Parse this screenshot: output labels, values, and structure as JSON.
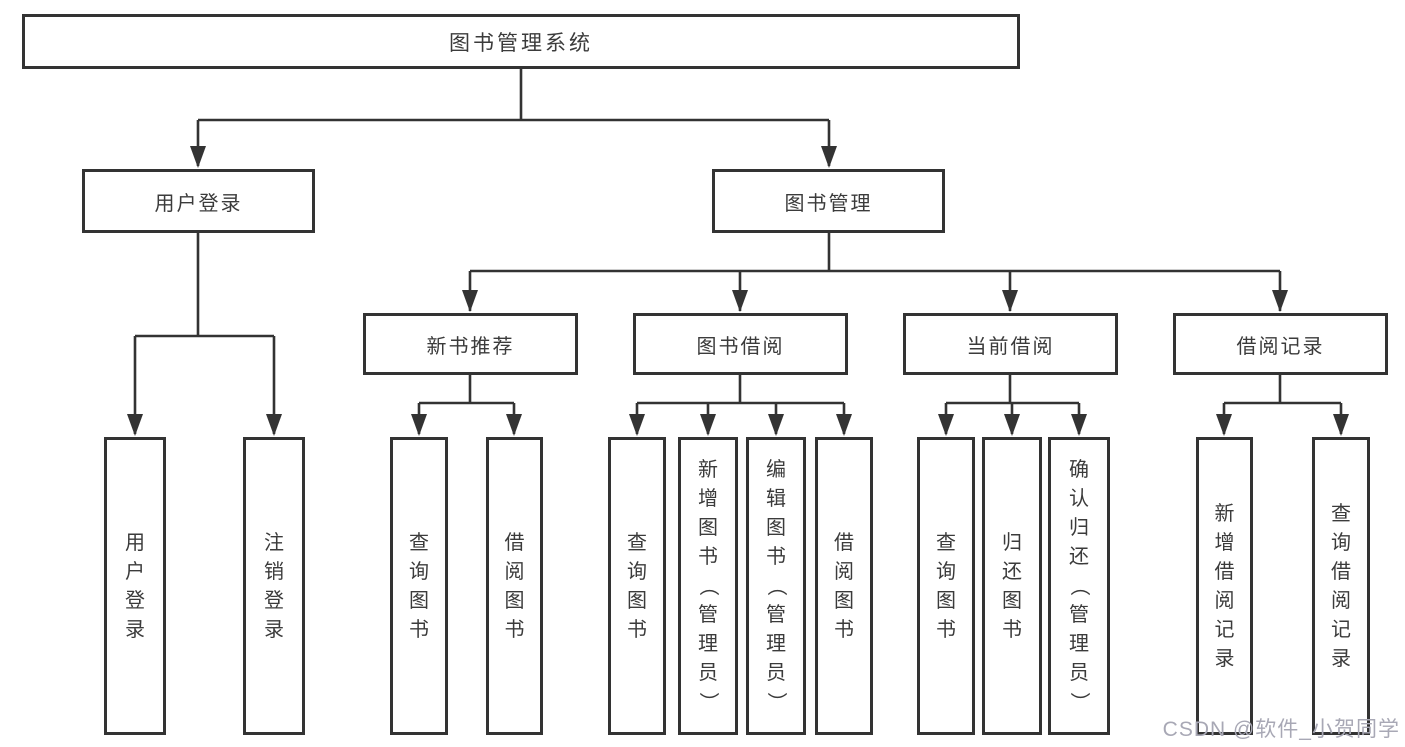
{
  "page": {
    "background": "#ffffff",
    "type": "hierarchy-diagram"
  },
  "colors": {
    "line": "#333333",
    "box_border": "#333333",
    "text": "#3b3b3b",
    "watermark": "#a8a8b5"
  },
  "nodes": {
    "root": {
      "label": "图书管理系统"
    },
    "user_login": {
      "label": "用户登录"
    },
    "book_mgmt": {
      "label": "图书管理"
    },
    "new_book_rec": {
      "label": "新书推荐"
    },
    "book_borrow": {
      "label": "图书借阅"
    },
    "current_borrow": {
      "label": "当前借阅"
    },
    "borrow_record": {
      "label": "借阅记录"
    },
    "leaf_user_login": {
      "label": "用户登录"
    },
    "leaf_logout": {
      "label": "注销登录"
    },
    "leaf_nb_query": {
      "label": "查询图书"
    },
    "leaf_nb_borrow": {
      "label": "借阅图书"
    },
    "leaf_bb_query": {
      "label": "查询图书"
    },
    "leaf_bb_add": {
      "label": "新增图书（管理员）"
    },
    "leaf_bb_edit": {
      "label": "编辑图书（管理员）"
    },
    "leaf_bb_borrow": {
      "label": "借阅图书"
    },
    "leaf_cb_query": {
      "label": "查询图书"
    },
    "leaf_cb_return": {
      "label": "归还图书"
    },
    "leaf_cb_confirm": {
      "label": "确认归还（管理员）"
    },
    "leaf_br_add": {
      "label": "新增借阅记录"
    },
    "leaf_br_query": {
      "label": "查询借阅记录"
    }
  },
  "hierarchy": {
    "图书管理系统": {
      "用户登录": [
        "用户登录",
        "注销登录"
      ],
      "图书管理": {
        "新书推荐": [
          "查询图书",
          "借阅图书"
        ],
        "图书借阅": [
          "查询图书",
          "新增图书（管理员）",
          "编辑图书（管理员）",
          "借阅图书"
        ],
        "当前借阅": [
          "查询图书",
          "归还图书",
          "确认归还（管理员）"
        ],
        "借阅记录": [
          "新增借阅记录",
          "查询借阅记录"
        ]
      }
    }
  },
  "watermark": {
    "text": "CSDN @软件_小贺同学"
  }
}
